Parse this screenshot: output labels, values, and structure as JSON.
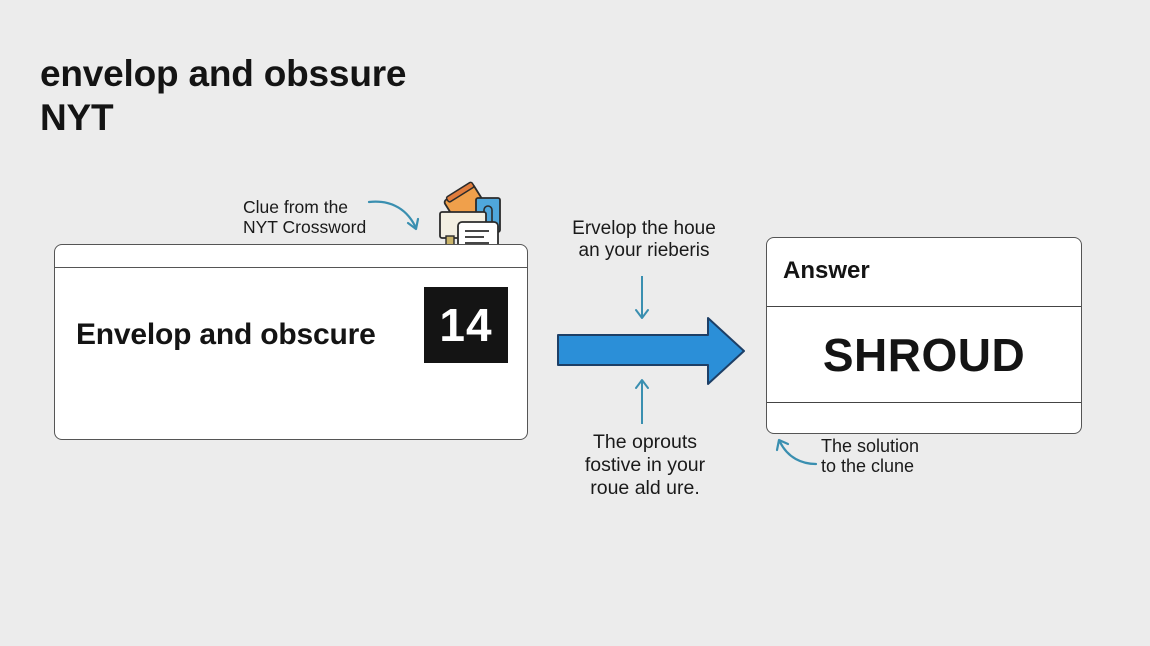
{
  "title": {
    "line1": "envelop and obssure",
    "line2": "NYT"
  },
  "clue_callout": {
    "line1": "Clue from the",
    "line2": "NYT Crossword",
    "icon": "documents-icon"
  },
  "clue_card": {
    "clue_text": "Envelop and obscure",
    "clue_number": "14"
  },
  "middle": {
    "top_text": {
      "line1": "Ervelop the houe",
      "line2": "an your rieberis"
    },
    "bottom_text": {
      "line1": "The oprouts",
      "line2": "fostive in your",
      "line3": "roue ald ure."
    },
    "arrow_color": "#2b8fd8"
  },
  "answer_card": {
    "label": "Answer",
    "value": "SHROUD"
  },
  "solution_callout": {
    "line1": "The solution",
    "line2": "to the clune"
  },
  "colors": {
    "background": "#ececec",
    "card": "#ffffff",
    "text": "#141414",
    "accent_blue": "#2b8fd8",
    "callout_arrow": "#3a8fb0"
  }
}
